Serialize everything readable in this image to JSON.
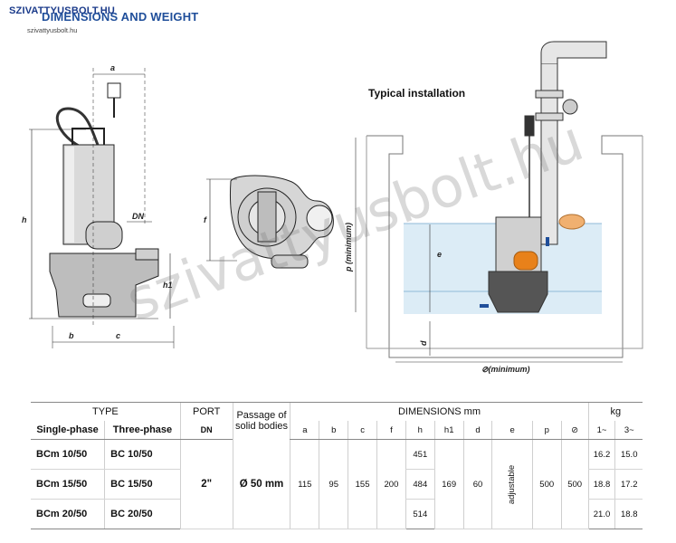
{
  "header": {
    "logo_text": "SZIVATTYUSBOLT.HU",
    "logo_sub": "szivattyusbolt.hu",
    "section_title": "DIMENSIONS AND WEIGHT"
  },
  "install_title": "Typical installation",
  "watermark": "szivattyusbolt.hu",
  "dim_labels": {
    "a": "a",
    "b": "b",
    "c": "c",
    "h": "h",
    "h1": "h1",
    "dn": "DN",
    "f": "f",
    "p_min": "p (minimum)",
    "e": "e",
    "d": "d",
    "diam_min": "⊘(minimum)"
  },
  "table": {
    "type_label": "TYPE",
    "single_phase_label": "Single-phase",
    "three_phase_label": "Three-phase",
    "port_label": "PORT",
    "port_sub": "DN",
    "passage_label": "Passage of solid bodies",
    "dimensions_label": "DIMENSIONS mm",
    "kg_label": "kg",
    "dim_cols": [
      "a",
      "b",
      "c",
      "f",
      "h",
      "h1",
      "d",
      "e",
      "p",
      "⊘"
    ],
    "kg_cols": [
      "1~",
      "3~"
    ],
    "port_value": "2\"",
    "passage_value": "Ø 50 mm",
    "shared": {
      "a": "115",
      "b": "95",
      "c": "155",
      "f": "200",
      "h1": "169",
      "d": "60",
      "e": "adjustable",
      "p": "500",
      "diam": "500"
    },
    "rows": [
      {
        "single": "BCm 10/50",
        "three": "BC 10/50",
        "h": "451",
        "kg1": "16.2",
        "kg3": "15.0"
      },
      {
        "single": "BCm 15/50",
        "three": "BC 15/50",
        "h": "484",
        "kg1": "18.8",
        "kg3": "17.2"
      },
      {
        "single": "BCm 20/50",
        "three": "BC 20/50",
        "h": "514",
        "kg1": "21.0",
        "kg3": "18.8"
      }
    ]
  },
  "colors": {
    "title_blue": "#1f4e9a",
    "water": "#dcecf6",
    "float": "#e8811a",
    "pipe": "#e6e6e6"
  }
}
